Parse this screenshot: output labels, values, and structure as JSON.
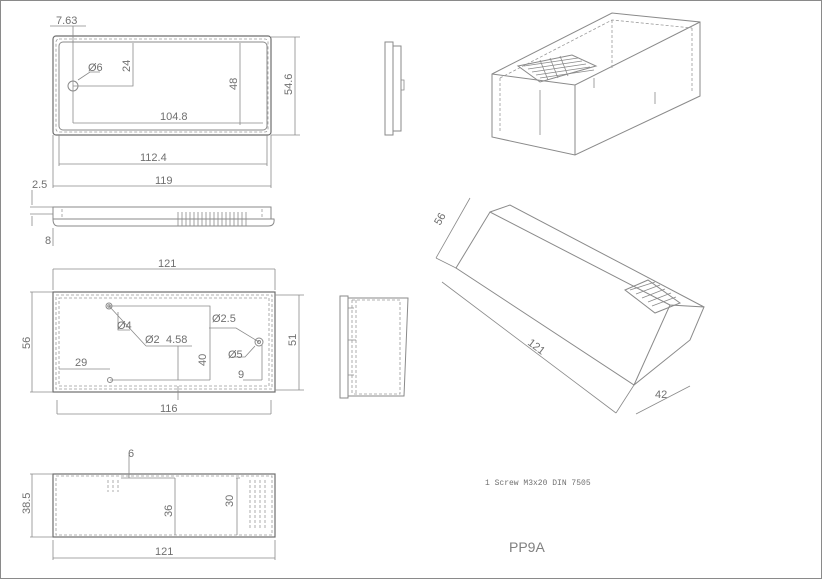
{
  "drawing": {
    "title": "PP9A",
    "note": "1 Screw M3x20 DIN 7505",
    "lid_top_view": {
      "d_offset": "7.63",
      "hole": "Ø6",
      "h24": "24",
      "h48": "48",
      "w104": "104.8",
      "h54": "54.6",
      "w112": "112.4",
      "w119": "119"
    },
    "lid_side_view": {
      "t25": "2.5",
      "t8": "8"
    },
    "base_top_view": {
      "w121": "121",
      "h56": "56",
      "hole4": "Ø4",
      "hole2": "Ø2",
      "d458": "4.58",
      "d40": "40",
      "hole25": "Ø2.5",
      "hole5": "Ø5",
      "h51": "51",
      "d29": "29",
      "d9": "9",
      "w116": "116"
    },
    "base_front_view": {
      "d6": "6",
      "h385": "38.5",
      "h36": "36",
      "h30": "30",
      "w121": "121"
    },
    "iso_view": {
      "d56": "56",
      "d121": "121",
      "d42": "42"
    }
  }
}
